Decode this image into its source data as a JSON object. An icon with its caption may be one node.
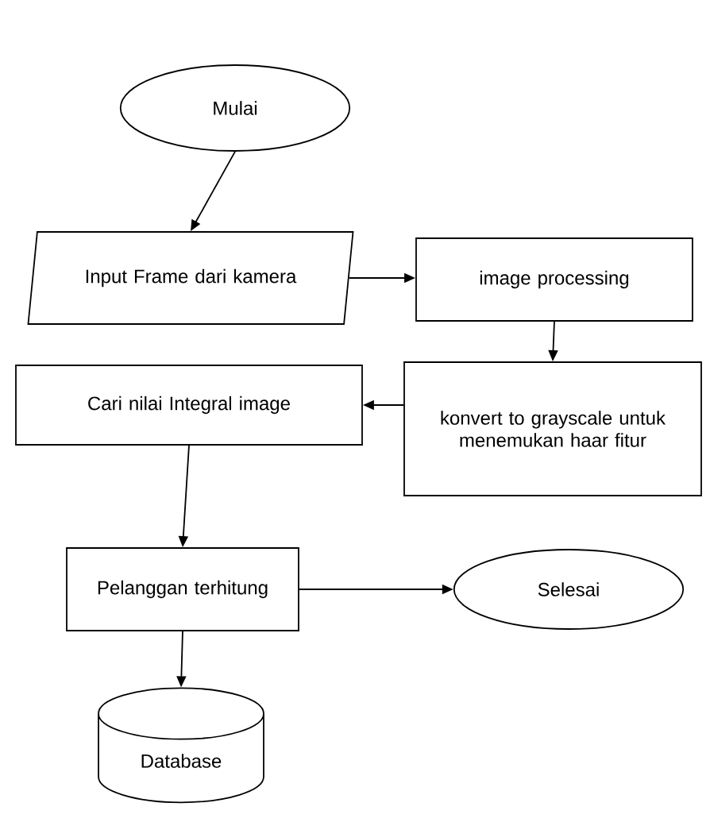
{
  "diagram": {
    "nodes": [
      {
        "text": [
          "Mulai"
        ]
      },
      {
        "text": [
          "Input Frame dari kamera"
        ]
      },
      {
        "text": [
          "image processing"
        ]
      },
      {
        "text": [
          "konvert to grayscale untuk menemukan haar fitur"
        ]
      },
      {
        "text": [
          "Cari nilai Integral image"
        ]
      },
      {
        "text": [
          "Pelanggan terhitung"
        ]
      },
      {
        "text": [
          "Selesai"
        ]
      },
      {
        "text": [
          "Database"
        ]
      }
    ],
    "edges": [
      {
        "from": 0,
        "to": 1,
        "arrow": "to"
      },
      {
        "from": 1,
        "to": 2,
        "arrow": "to"
      },
      {
        "from": 2,
        "to": 3,
        "arrow": "to"
      },
      {
        "from": 3,
        "to": 4,
        "arrow": "to"
      },
      {
        "from": 4,
        "to": 5,
        "arrow": "to"
      },
      {
        "from": 5,
        "to": 6,
        "arrow": "to"
      },
      {
        "from": 5,
        "to": 7,
        "arrow": "to"
      }
    ]
  }
}
